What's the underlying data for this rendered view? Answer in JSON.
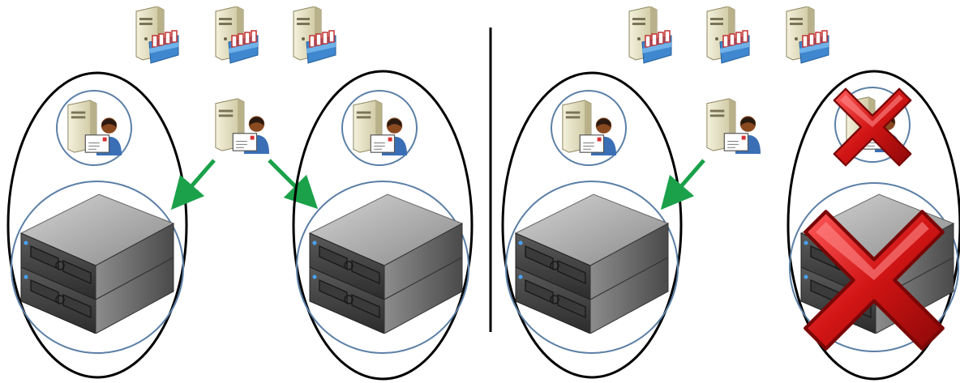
{
  "colors": {
    "background": "#ffffff",
    "ellipse_stroke": "#000000",
    "circle_stroke": "#5b7fa6",
    "arrow": "#1aa14a",
    "divider": "#000000",
    "server_top": "#aaaaaa",
    "server_side_left": "#4e4e4e",
    "server_side_right": "#707070",
    "tower": "#e8e3c3",
    "mail_tray": "#3f87cf",
    "red_x": "#d41818"
  },
  "panels": [
    {
      "name": "before",
      "mailbox_servers": [
        "mailbox-server-icon",
        "mailbox-server-icon",
        "mailbox-server-icon"
      ],
      "sites": [
        {
          "failed": false,
          "client_access": "client-access-server-icon",
          "hardware": "rack-server-icon"
        },
        {
          "failed": false,
          "client_access": "client-access-server-icon",
          "hardware": "rack-server-icon"
        }
      ],
      "remote_client_access": "client-access-server-icon",
      "arrows_to_sites": 2
    },
    {
      "name": "after-failure",
      "mailbox_servers": [
        "mailbox-server-icon",
        "mailbox-server-icon",
        "mailbox-server-icon"
      ],
      "sites": [
        {
          "failed": false,
          "client_access": "client-access-server-icon",
          "hardware": "rack-server-icon"
        },
        {
          "failed": true,
          "client_access": "client-access-server-icon",
          "hardware": "rack-server-icon",
          "failure_marker": "red-x-icon"
        }
      ],
      "remote_client_access": "client-access-server-icon",
      "arrows_to_sites": 1
    }
  ]
}
